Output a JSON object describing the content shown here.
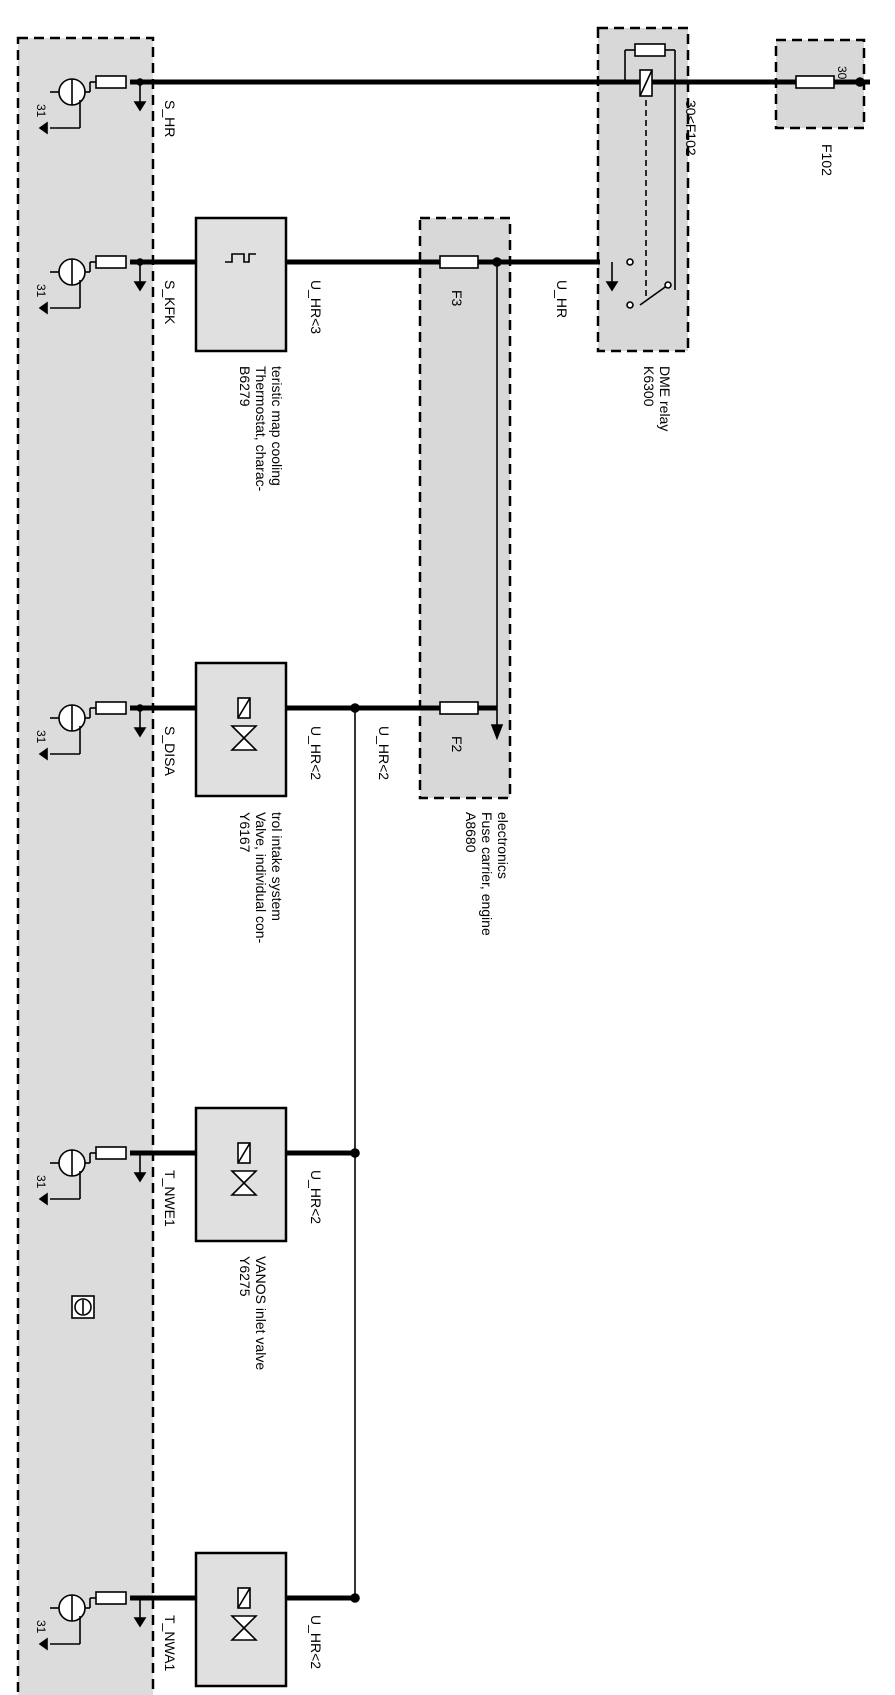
{
  "ecu": {
    "pins": [
      {
        "signal": "S_HR",
        "ground": "31"
      },
      {
        "signal": "S_KFK",
        "ground": "31"
      },
      {
        "signal": "S_DISA",
        "ground": "31"
      },
      {
        "signal": "T_NWE1",
        "ground": "31"
      },
      {
        "signal": "T_NWA1",
        "ground": "31"
      }
    ],
    "icon": "dme-ecu-icon"
  },
  "components": {
    "b6279": {
      "id": "B6279",
      "desc1": "Thermostat, charac-",
      "desc2": "teristic map cooling",
      "wire": "U_HR<3"
    },
    "y6167": {
      "id": "Y6167",
      "desc1": "Valve, individual con-",
      "desc2": "trol intake system",
      "wire": "U_HR<2"
    },
    "y6275": {
      "id": "Y6275",
      "desc1": "VANOS inlet valve",
      "wire": "U_HR<2"
    },
    "ynwa1": {
      "wire": "U_HR<2"
    }
  },
  "fuse_carrier": {
    "id": "A8680",
    "desc1": "Fuse carrier, engine",
    "desc2": "electronics",
    "fuse_f3": "F3",
    "fuse_f2": "F2",
    "wire_out": "U_HR<2"
  },
  "relay": {
    "id": "K6300",
    "desc": "DME relay",
    "output_wire": "U_HR",
    "input_wire": "30<F102"
  },
  "fuse_f102": {
    "id": "F102",
    "terminal": "30"
  }
}
